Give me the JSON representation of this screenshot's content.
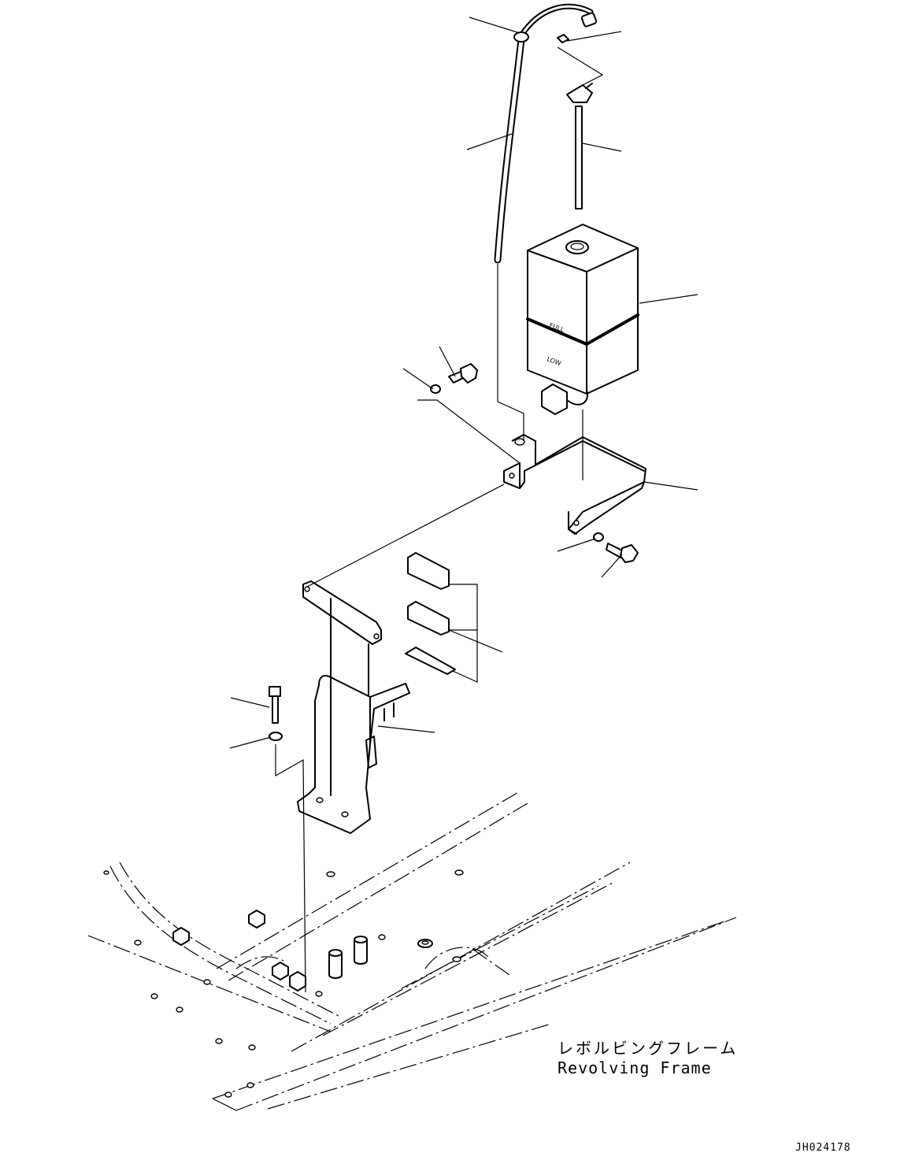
{
  "frame_label": {
    "jp": "レボルビングフレーム",
    "en": "Revolving Frame"
  },
  "drawing_code": "JH024178"
}
